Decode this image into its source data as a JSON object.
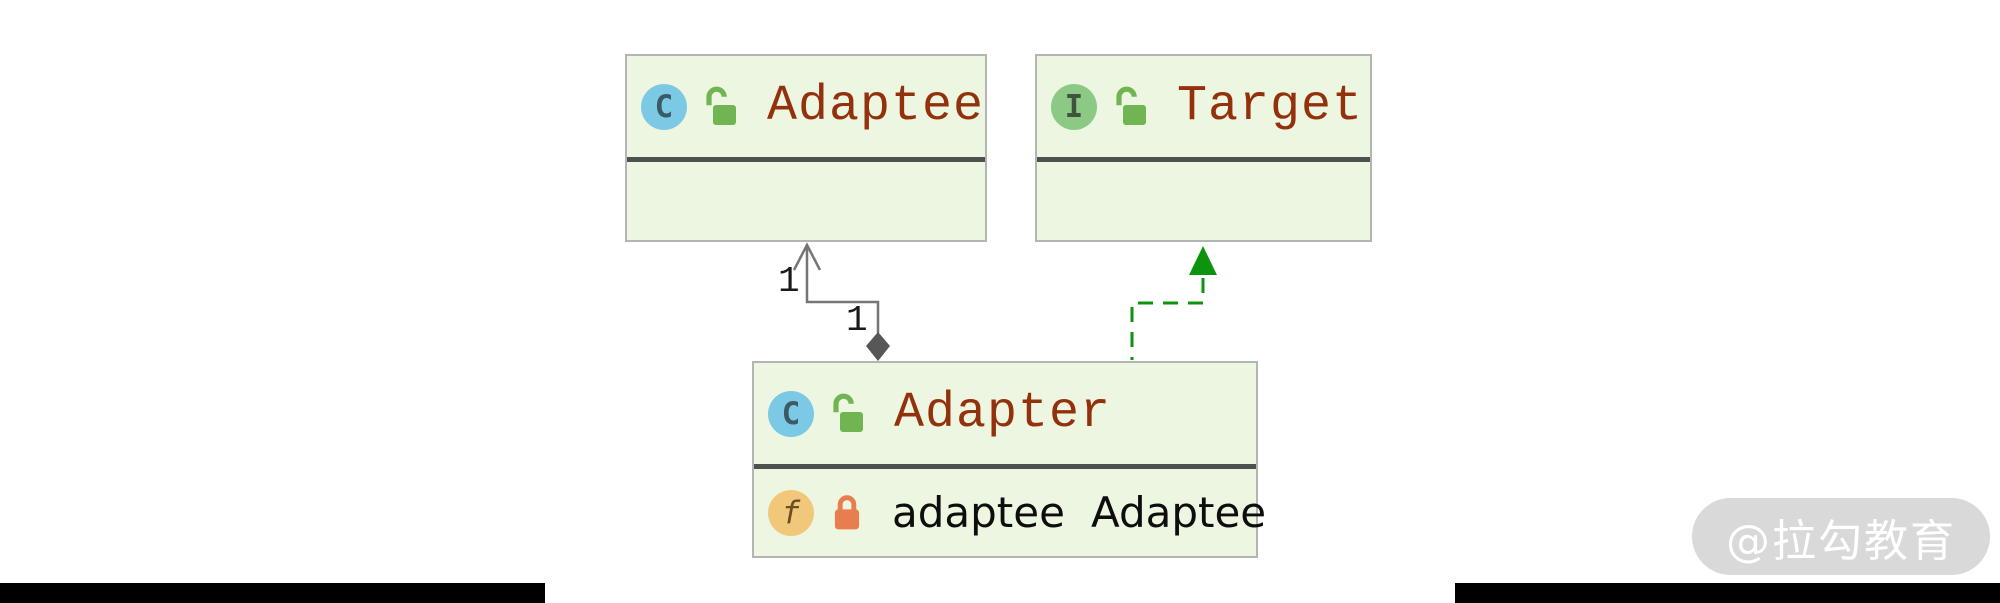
{
  "diagram": {
    "adaptee": {
      "kind": "class",
      "icon_letter": "C",
      "title": "Adaptee"
    },
    "target": {
      "kind": "interface",
      "icon_letter": "I",
      "title": "Target"
    },
    "adapter": {
      "kind": "class",
      "icon_letter": "C",
      "title": "Adapter",
      "field": {
        "icon_letter": "f",
        "name": "adaptee",
        "type": "Adaptee"
      }
    },
    "edges": {
      "aggregation": {
        "from": "Adapter",
        "to": "Adaptee",
        "label_upper": "1",
        "label_lower": "1",
        "end_icon": "filled-diamond",
        "start_icon": "open-arrow"
      },
      "realization": {
        "from": "Adapter",
        "to": "Target",
        "style": "dashed",
        "end_icon": "filled-triangle-up"
      }
    },
    "icons": {
      "class": "C",
      "interface": "I",
      "field": "f",
      "open_lock": "🔓",
      "closed_lock": "🔒",
      "aggregation_diamond": "◆",
      "realization_arrow": "▲",
      "open_arrow": "↑"
    }
  },
  "watermark": {
    "text": "@拉勾教育"
  },
  "colors": {
    "box_fill": "#edf6e1",
    "box_border": "#b4b4b4",
    "separator": "#4d5250",
    "title_text": "#94310d",
    "class_icon_bg": "#7cc9e5",
    "interface_icon_bg": "#8cc985",
    "field_icon_bg": "#f1c879",
    "lock_open": "#70b551",
    "lock_closed": "#e87d50",
    "aggregation_line": "#757575",
    "diamond_fill": "#575757",
    "realization_green": "#0d930d",
    "watermark_bg": "#d9d9d9"
  }
}
